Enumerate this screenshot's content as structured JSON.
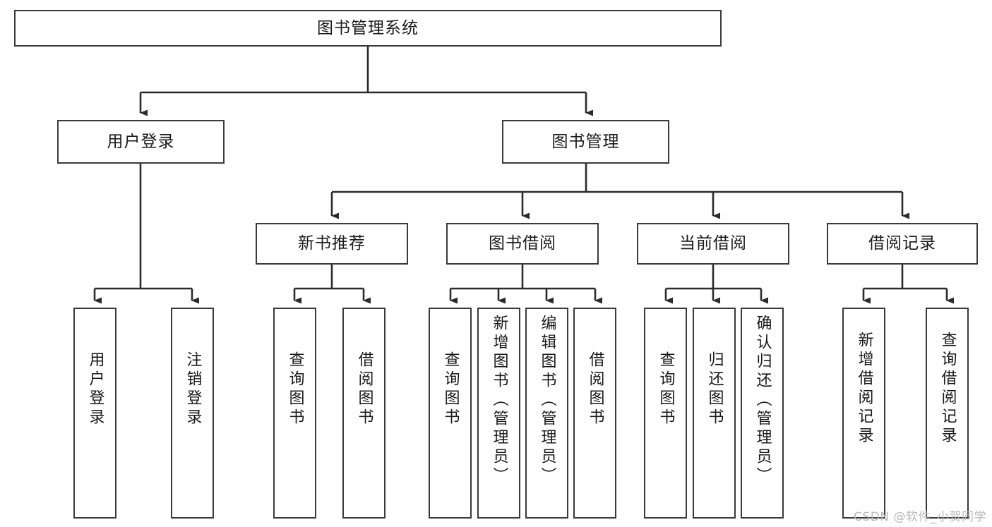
{
  "diagram": {
    "title": "图书管理系统",
    "type": "tree",
    "watermark": "CSDN @软件_小贺同学",
    "colors": {
      "box_border": "#3a3a3a",
      "box_fill": "#ffffff",
      "connector": "#2b2b2b",
      "text": "#1a1a1a",
      "watermark": "#b9b9b9"
    },
    "root": {
      "label": "图书管理系统"
    },
    "level2": [
      {
        "label": "用户登录"
      },
      {
        "label": "图书管理"
      }
    ],
    "level3": [
      {
        "label": "新书推荐"
      },
      {
        "label": "图书借阅"
      },
      {
        "label": "当前借阅"
      },
      {
        "label": "借阅记录"
      }
    ],
    "leaves": {
      "user_login": [
        {
          "label": "用户登录"
        },
        {
          "label": "注销登录"
        }
      ],
      "new_book_recommend": [
        {
          "label": "查询图书"
        },
        {
          "label": "借阅图书"
        }
      ],
      "book_borrow": [
        {
          "label": "查询图书"
        },
        {
          "label": "新增图书（管理员）"
        },
        {
          "label": "编辑图书（管理员）"
        },
        {
          "label": "借阅图书"
        }
      ],
      "current_borrow": [
        {
          "label": "查询图书"
        },
        {
          "label": "归还图书"
        },
        {
          "label": "确认归还（管理员）"
        }
      ],
      "borrow_record": [
        {
          "label": "新增借阅记录"
        },
        {
          "label": "查询借阅记录"
        }
      ]
    }
  }
}
